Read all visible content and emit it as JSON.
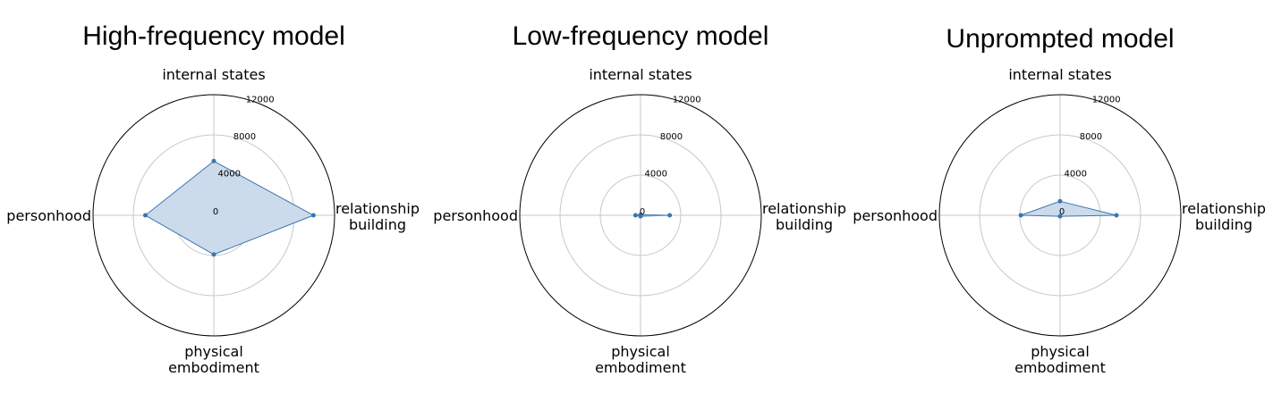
{
  "chart_data": [
    {
      "type": "radar",
      "title": "High-frequency model",
      "categories": [
        "internal states",
        "relationship building",
        "physical embodiment",
        "personhood"
      ],
      "category_labels": [
        [
          "internal states"
        ],
        [
          "relationship",
          "building"
        ],
        [
          "physical",
          "embodiment"
        ],
        [
          "personhood"
        ]
      ],
      "values": [
        5400,
        9900,
        3900,
        6800
      ],
      "rmax": 12000,
      "rticks": [
        0,
        4000,
        8000,
        12000
      ],
      "rtick_labels": [
        "0",
        "4000",
        "8000",
        "12000"
      ],
      "grid": true,
      "colors": {
        "line": "#3b75af",
        "fill": "#c9d9ea",
        "grid": "#c8c8c8",
        "spine": "#000000"
      }
    },
    {
      "type": "radar",
      "title": "Low-frequency model",
      "categories": [
        "internal states",
        "relationship building",
        "physical embodiment",
        "personhood"
      ],
      "category_labels": [
        [
          "internal states"
        ],
        [
          "relationship",
          "building"
        ],
        [
          "physical",
          "embodiment"
        ],
        [
          "personhood"
        ]
      ],
      "values": [
        50,
        2900,
        100,
        500
      ],
      "rmax": 12000,
      "rticks": [
        0,
        4000,
        8000,
        12000
      ],
      "rtick_labels": [
        "0",
        "4000",
        "8000",
        "12000"
      ],
      "grid": true,
      "colors": {
        "line": "#3b75af",
        "fill": "#c9d9ea",
        "grid": "#c8c8c8",
        "spine": "#000000"
      }
    },
    {
      "type": "radar",
      "title": "Unprompted model",
      "categories": [
        "internal states",
        "relationship building",
        "physical embodiment",
        "personhood"
      ],
      "category_labels": [
        [
          "internal states"
        ],
        [
          "relationship",
          "building"
        ],
        [
          "physical",
          "embodiment"
        ],
        [
          "personhood"
        ]
      ],
      "values": [
        1400,
        5600,
        100,
        3900
      ],
      "rmax": 12000,
      "rticks": [
        0,
        4000,
        8000,
        12000
      ],
      "rtick_labels": [
        "0",
        "4000",
        "8000",
        "12000"
      ],
      "grid": true,
      "colors": {
        "line": "#3b75af",
        "fill": "#c9d9ea",
        "grid": "#c8c8c8",
        "spine": "#000000"
      }
    }
  ]
}
